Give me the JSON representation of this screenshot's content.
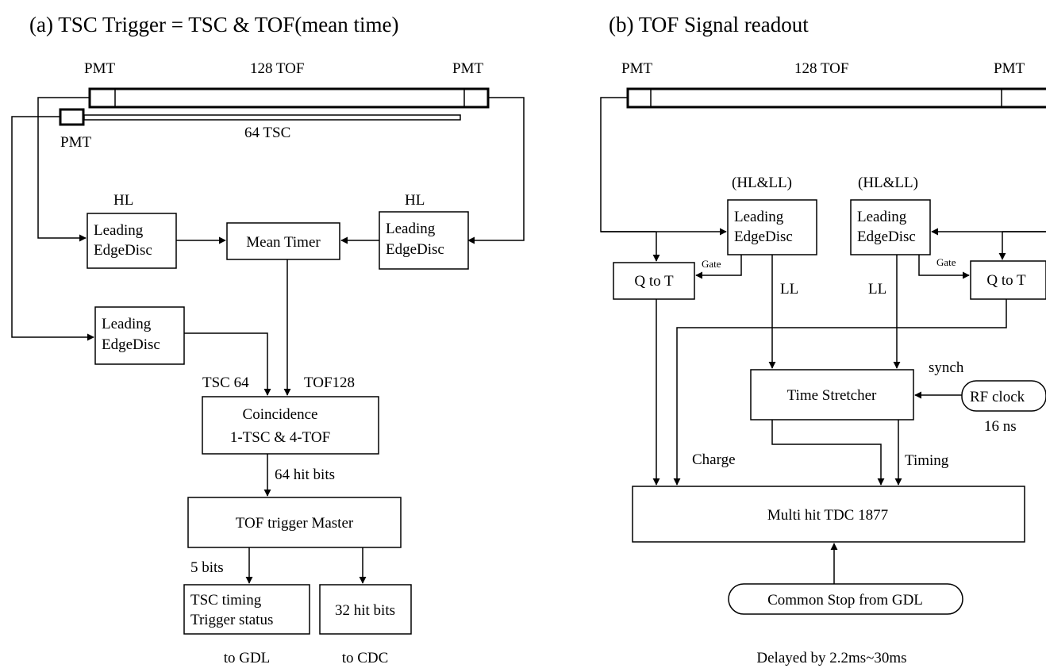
{
  "panel_a": {
    "title": "(a)  TSC  Trigger  = TSC & TOF(mean time)",
    "pmt_left": "PMT",
    "pmt_right": "PMT",
    "tof_label": "128 TOF",
    "tsc_label": "64 TSC",
    "pmt_tsc": "PMT",
    "hl_left": "HL",
    "hl_right": "HL",
    "disc_left": [
      "Leading",
      "EdgeDisc"
    ],
    "disc_right": [
      "Leading",
      "EdgeDisc"
    ],
    "disc_tsc": [
      "Leading",
      "EdgeDisc"
    ],
    "mean_timer": "Mean Timer",
    "tsc64": "TSC 64",
    "tof128": "TOF128",
    "coincidence": [
      "Coincidence",
      "1-TSC & 4-TOF"
    ],
    "hit_bits_64": "64 hit bits",
    "master": "TOF trigger  Master",
    "bits5": "5 bits",
    "status_box": [
      "TSC timing",
      "Trigger status"
    ],
    "hit_bits_32": "32 hit bits",
    "to_gdl": "to GDL",
    "to_cdc": "to CDC"
  },
  "panel_b": {
    "title": "(b)  TOF  Signal  readout",
    "pmt_left": "PMT",
    "pmt_right": "PMT",
    "tof_label": "128 TOF",
    "hlll_left": "(HL&LL)",
    "hlll_right": "(HL&LL)",
    "disc_left": [
      "Leading",
      "EdgeDisc"
    ],
    "disc_right": [
      "Leading",
      "EdgeDisc"
    ],
    "gate_left": "Gate",
    "gate_right": "Gate",
    "qt_left": "Q  to T",
    "qt_right": "Q  to T",
    "ll_left": "LL",
    "ll_right": "LL",
    "synch": "synch",
    "time_stretcher": "Time Stretcher",
    "rf_clock": "RF clock",
    "ns16": "16 ns",
    "charge": "Charge",
    "timing": "Timing",
    "tdc": "Multi hit TDC 1877",
    "common_stop": "Common Stop from GDL",
    "delayed": "Delayed by 2.2ms~30ms"
  }
}
